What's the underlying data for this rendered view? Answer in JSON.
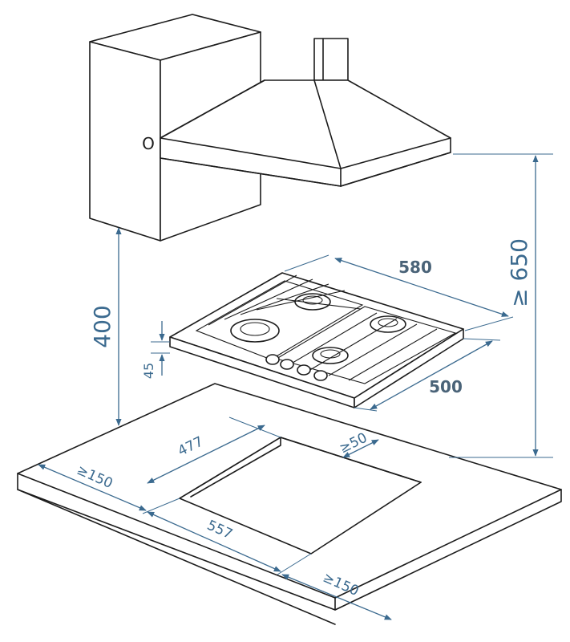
{
  "diagram": {
    "dimensions": {
      "hood_height": "≥ 650",
      "cabinet_height": "400",
      "hob_width": "580",
      "hob_depth": "500",
      "hob_thickness": "45",
      "cutout_depth": "477",
      "cutout_width": "557",
      "rear_clearance": "≥50",
      "left_clearance": "≥150",
      "right_clearance": "≥150"
    },
    "colors": {
      "dimension": "#3b6a8f",
      "outline": "#1c1c1c",
      "background": "#ffffff"
    },
    "knob_label": "O"
  }
}
